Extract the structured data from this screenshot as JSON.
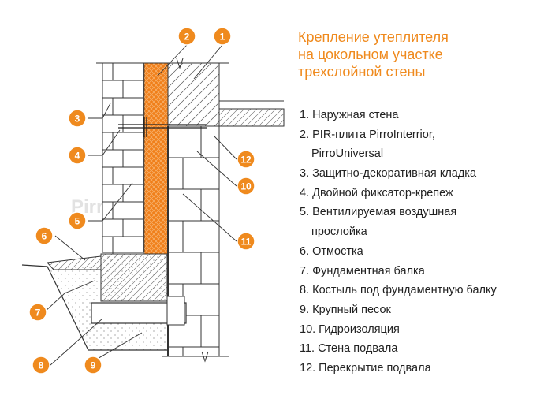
{
  "title": {
    "lines": [
      "Крепление утеплителя",
      "на цокольном участке",
      "трехслойной стены"
    ]
  },
  "legend": [
    {
      "text": "1. Наружная стена",
      "indent": false
    },
    {
      "text": "2. PIR-плита PirroInterrior,",
      "indent": false
    },
    {
      "text": "PirroUniversal",
      "indent": true
    },
    {
      "text": "3. Защитно-декоративная кладка",
      "indent": false
    },
    {
      "text": "4. Двойной фиксатор-крепеж",
      "indent": false
    },
    {
      "text": "5. Вентилируемая воздушная",
      "indent": false
    },
    {
      "text": "прослойка",
      "indent": true
    },
    {
      "text": "6. Отмостка",
      "indent": false
    },
    {
      "text": "7. Фундаментная балка",
      "indent": false
    },
    {
      "text": "8. Костыль под фундаментную балку",
      "indent": false
    },
    {
      "text": "9. Крупный песок",
      "indent": false
    },
    {
      "text": "10. Гидроизоляция",
      "indent": false
    },
    {
      "text": "11. Стена подвала",
      "indent": false
    },
    {
      "text": "12. Перекрытие подвала",
      "indent": false
    }
  ],
  "callouts": [
    "1",
    "2",
    "3",
    "4",
    "5",
    "6",
    "7",
    "8",
    "9",
    "10",
    "11",
    "12"
  ],
  "watermark": "Pirro",
  "colors": {
    "accent": "#ef8a1e",
    "insulation": "#f07f1a",
    "line": "#333333",
    "callout_fill": "#ef8a1e"
  }
}
